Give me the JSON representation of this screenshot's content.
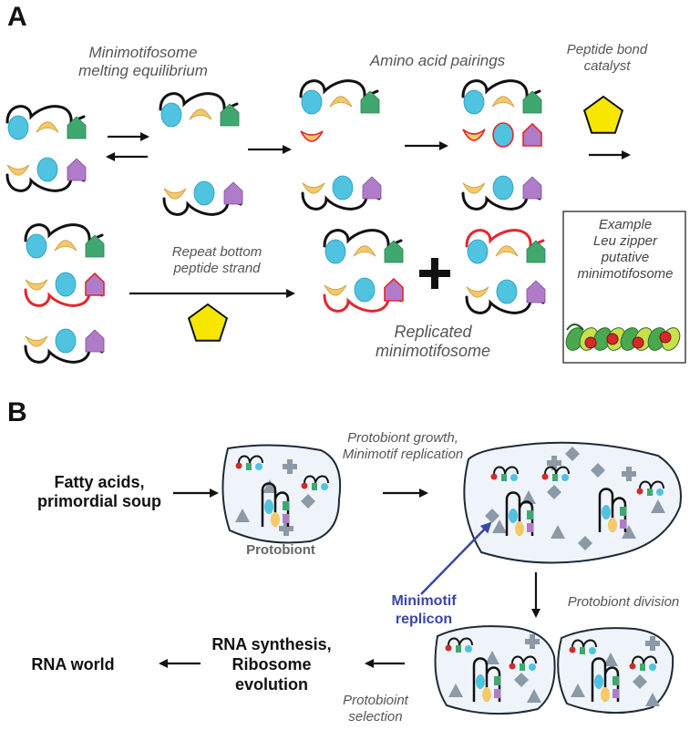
{
  "panel_a": {
    "letter": "A",
    "melting_equilibrium": [
      "Minimotifosome",
      "melting equilibrium"
    ],
    "amino_acid_pairings": "Amino acid pairings",
    "peptide_bond_catalyst": [
      "Peptide bond",
      "catalyst"
    ],
    "repeat_bottom": [
      "Repeat bottom",
      "peptide strand"
    ],
    "replicated": [
      "Replicated",
      "minimotifosome"
    ],
    "example_box": [
      "Example",
      "Leu zipper",
      "putative",
      "minimotifosome"
    ]
  },
  "panel_b": {
    "letter": "B",
    "fatty_acids": [
      "Fatty acids,",
      "primordial soup"
    ],
    "protobiont": "Protobiont",
    "growth": [
      "Protobiont growth,",
      "Minimotif replication"
    ],
    "replicon": [
      "Minimotif",
      "replicon"
    ],
    "division": "Protobiont division",
    "rna_synthesis": [
      "RNA synthesis,",
      "Ribosome",
      "evolution"
    ],
    "selection": [
      "Protobioint",
      "selection"
    ],
    "rna_world": "RNA world"
  },
  "colors": {
    "circle": "#4fc3e0",
    "bowl": "#f5c96a",
    "chevron": "#3ea86e",
    "pentagon_purple": "#b07cc9",
    "catalyst": "#f7e600",
    "strand_black": "#111111",
    "strand_red": "#e0282e",
    "replicon_blue": "#3a46a8",
    "shape_gray": "#8c99a6",
    "protobiont_fill": "#eef4fa"
  }
}
